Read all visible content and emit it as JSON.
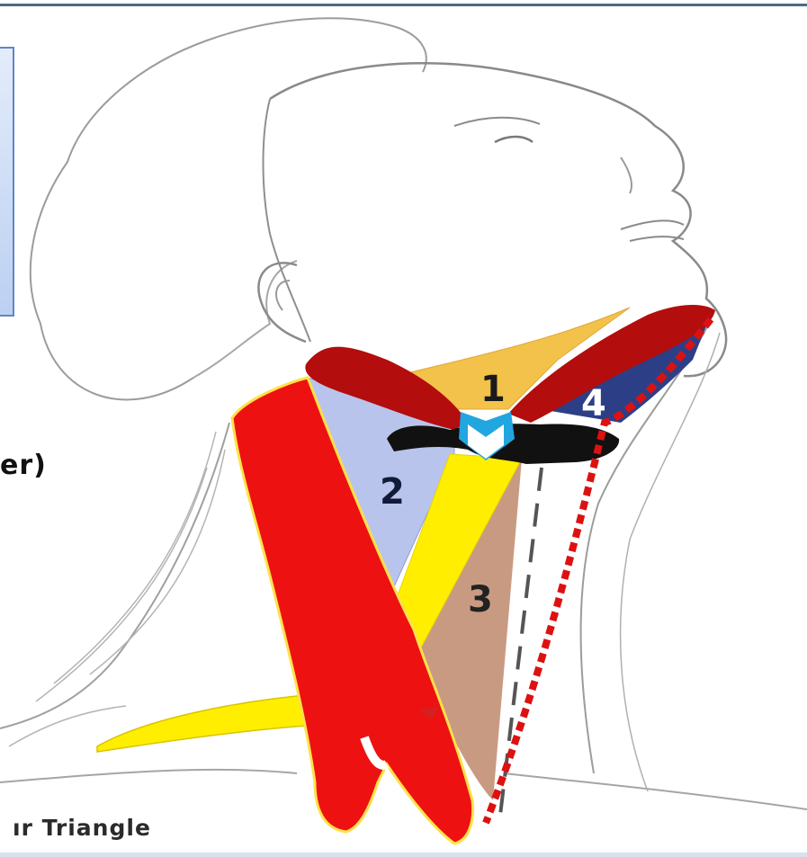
{
  "labels": {
    "triangle_1": "1",
    "triangle_2": "2",
    "triangle_3": "3",
    "triangle_4": "4"
  },
  "side_text_fragment": "er)",
  "caption_fragment": "ır Triangle",
  "colors": {
    "muscle_red": "#ee1111",
    "digastric_dark_red": "#b30d0d",
    "omohyoid_yellow": "#ffee00",
    "triangle_1_orange": "#f2c24a",
    "triangle_2_lavender": "#b9c4ec",
    "triangle_3_tan": "#c99a82",
    "triangle_4_navy": "#2c3f86",
    "hyoid_black": "#111111",
    "hyoid_blue": "#22a6df",
    "midline_dots": "#dd1111"
  }
}
